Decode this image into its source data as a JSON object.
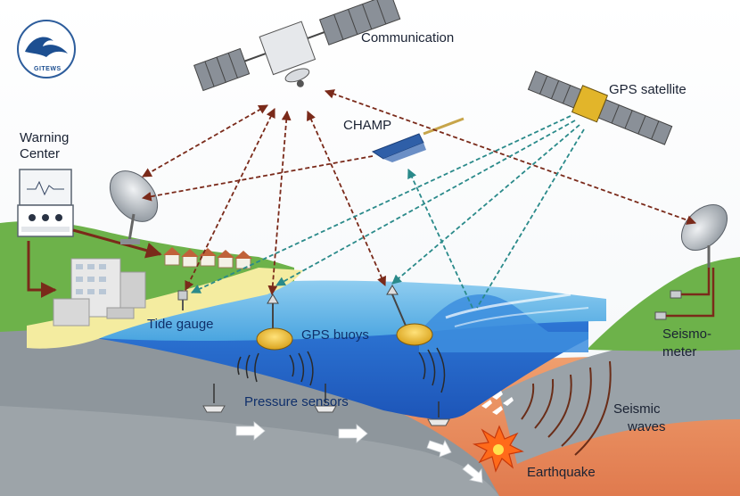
{
  "logo": {
    "text": "GITEWS",
    "icon": "gitews-logo-icon"
  },
  "labels": {
    "communication": "Communication",
    "gps_satellite": "GPS satellite",
    "champ": "CHAMP",
    "warning_center_line1": "Warning",
    "warning_center_line2": "Center",
    "tide_gauge": "Tide gauge",
    "gps_buoys": "GPS buoys",
    "pressure_sensors": "Pressure sensors",
    "seismometer_line1": "Seismo-",
    "seismometer_line2": "meter",
    "seismic_waves_line1": "Seismic",
    "seismic_waves_line2": "waves",
    "earthquake": "Earthquake"
  },
  "colors": {
    "sky": "#ffffff",
    "land_green": "#6cb34a",
    "beach": "#f5eda0",
    "ocean_surface": "#63b6e6",
    "ocean_deep": "#1f62c7",
    "seafloor": "#8c949a",
    "mantle": "#e58a5f",
    "comm_link": "#7a2a1a",
    "gps_link": "#2a8a8a",
    "buoy_yellow": "#f2c230"
  },
  "icons": [
    "communication-satellite-icon",
    "gps-satellite-icon",
    "champ-satellite-icon",
    "dish-antenna-icon",
    "warning-center-monitor-icon",
    "building-icon",
    "tide-gauge-icon",
    "gps-buoy-icon",
    "pressure-sensor-icon",
    "seismometer-icon",
    "earthquake-burst-icon",
    "plate-motion-arrow-icon"
  ]
}
